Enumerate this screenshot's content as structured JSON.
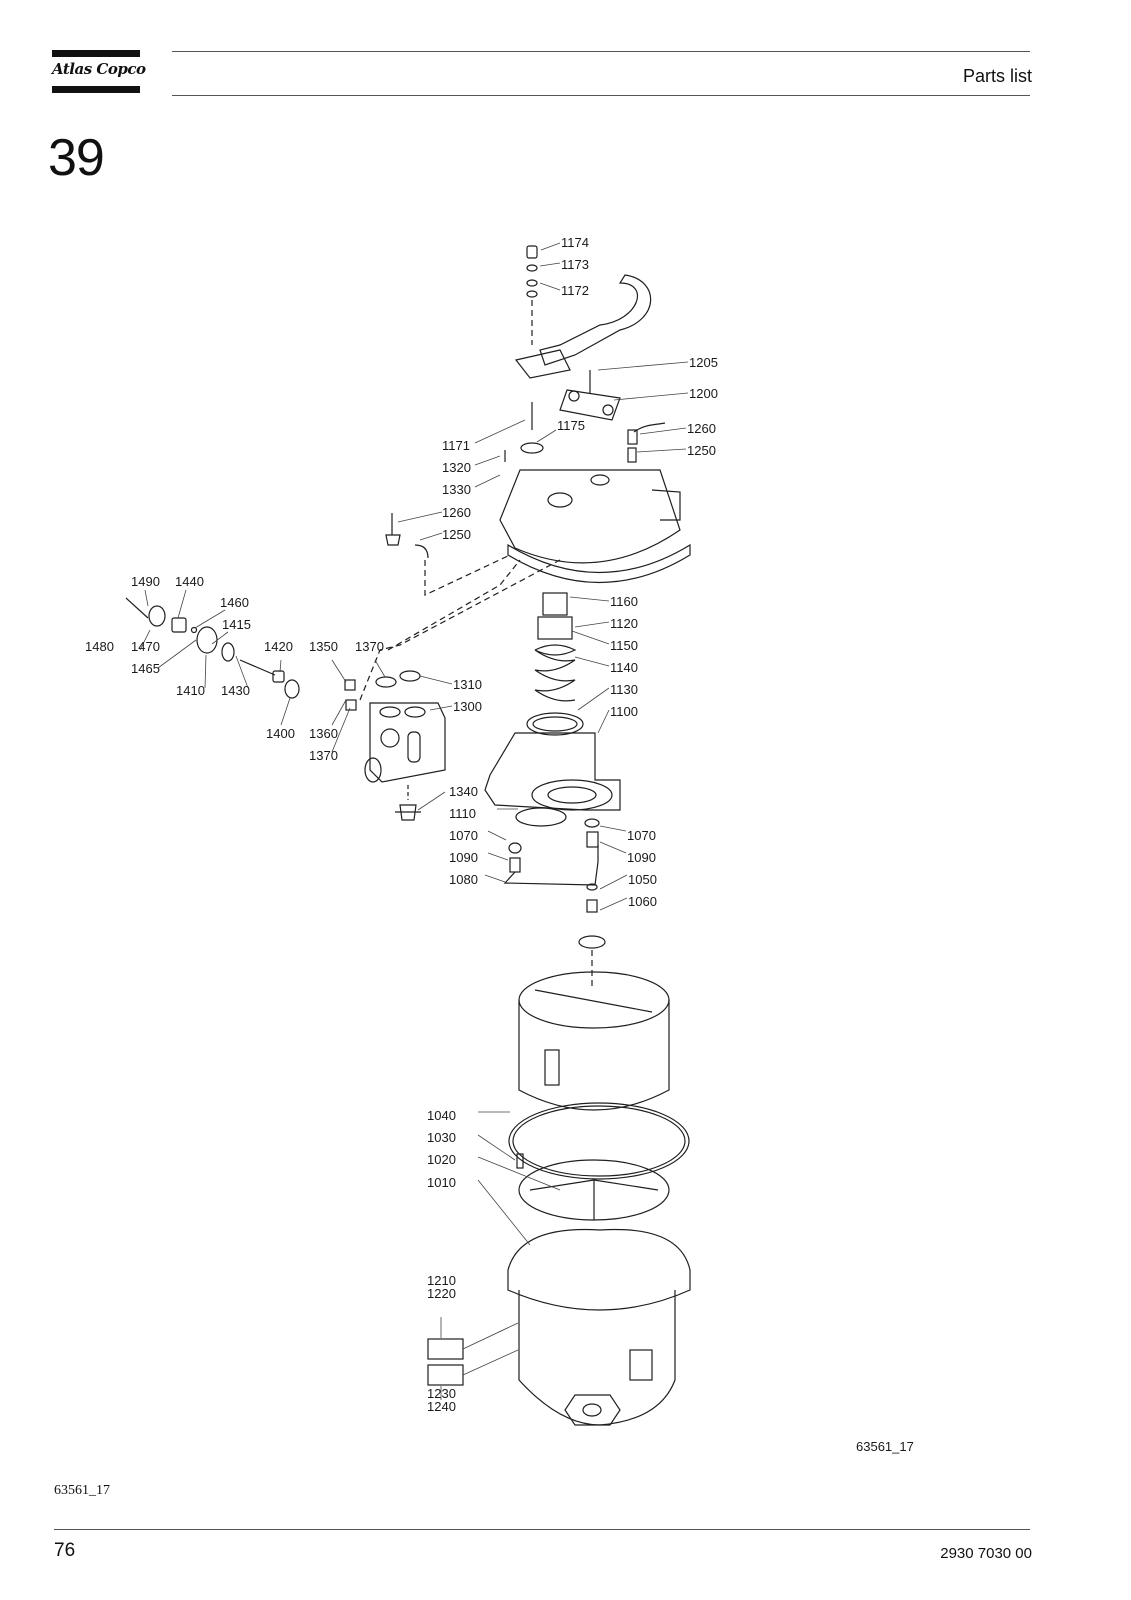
{
  "header": {
    "brand": "Atlas Copco",
    "section_title": "Parts list"
  },
  "section_number": "39",
  "drawing": {
    "reference": "63561_17",
    "callouts": [
      "1174",
      "1173",
      "1172",
      "1205",
      "1200",
      "1175",
      "1171",
      "1260",
      "1250",
      "1320",
      "1330",
      "1260",
      "1250",
      "1490",
      "1440",
      "1460",
      "1415",
      "1480",
      "1470",
      "1465",
      "1420",
      "1350",
      "1370",
      "1410",
      "1430",
      "1310",
      "1300",
      "1400",
      "1360",
      "1370",
      "1160",
      "1120",
      "1150",
      "1140",
      "1130",
      "1100",
      "1340",
      "1110",
      "1070",
      "1090",
      "1080",
      "1070",
      "1090",
      "1050",
      "1060",
      "1040",
      "1030",
      "1020",
      "1010",
      "1210",
      "1220",
      "1230",
      "1240"
    ]
  },
  "caption": "63561_17",
  "footer": {
    "page_number": "76",
    "document_number": "2930 7030 00"
  }
}
